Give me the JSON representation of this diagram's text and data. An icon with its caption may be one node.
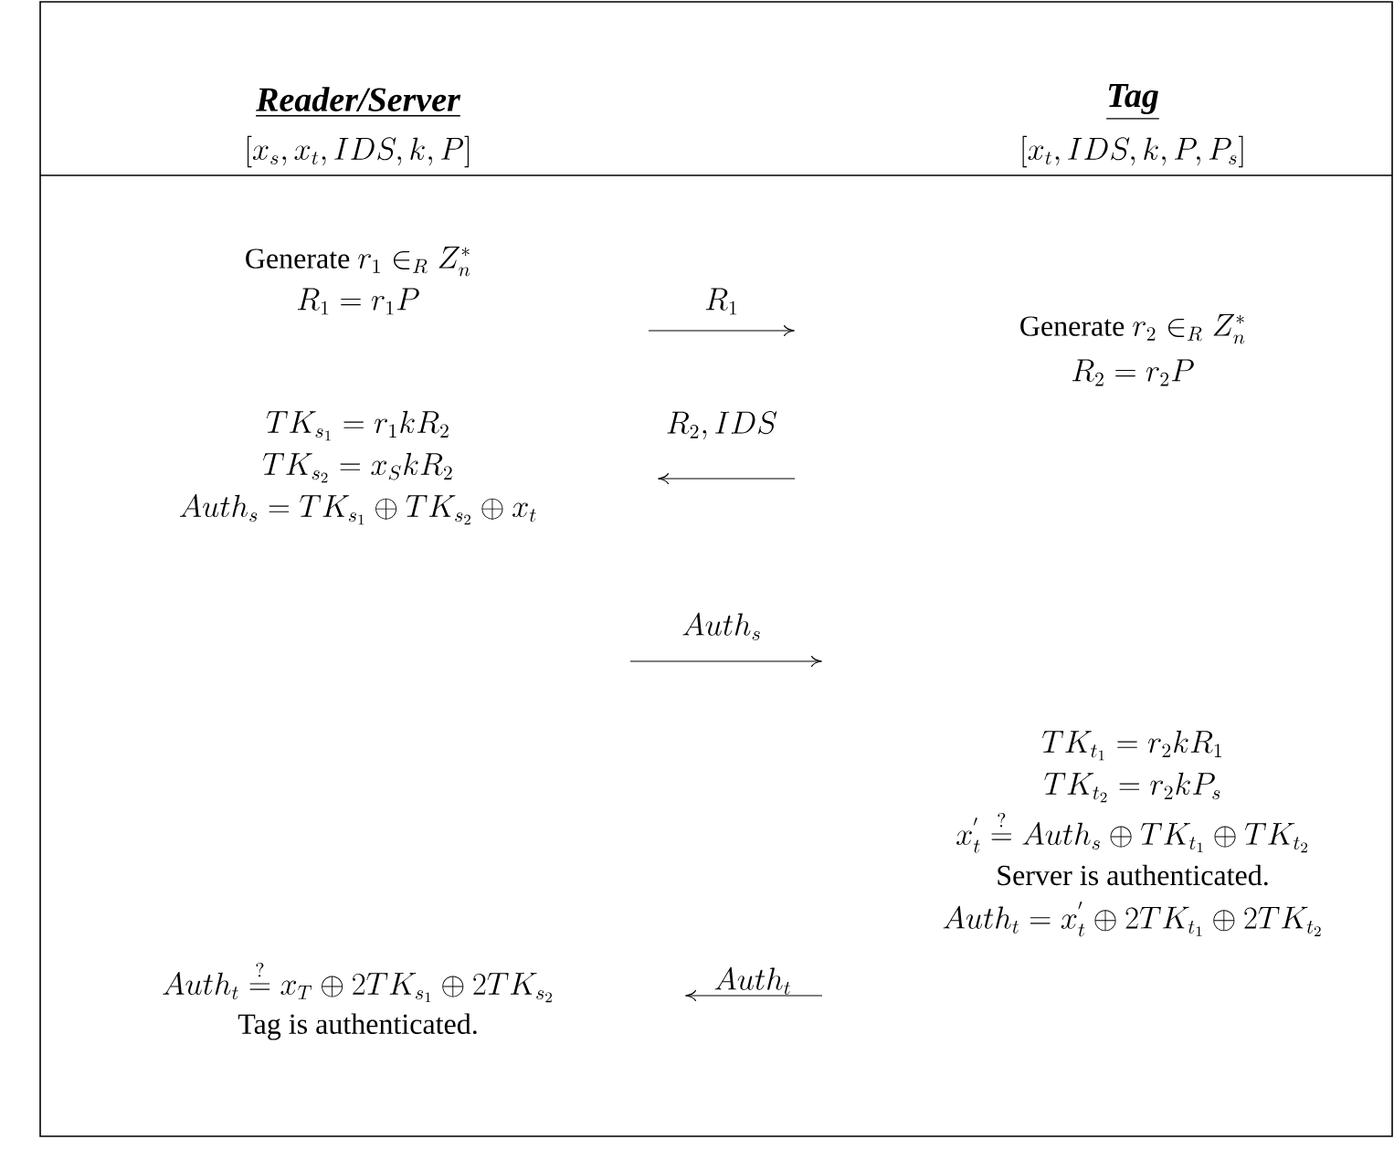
{
  "diagram": {
    "labels": [
      "Reader/Server",
      "Tag",
      "[x_s,x_t,IDS,k,P]",
      "[x_t,IDS,k,P,P_s]",
      "\\text{Generate } r_1 \\in_R Z_n^*",
      "R_1 = r_1P",
      "R_1",
      "\\text{Generate } r_2 \\in_R Z_n^*",
      "R_2 = r_2P",
      "TK_{s_1} = r_1kR_2",
      "R_2,IDS",
      "TK_{s_2} = x_SkR_2",
      "Auth_s = TK_{s_1} \\oplus TK_{s_2} \\oplus x_t",
      "Auth_s",
      "TK_{t_1} = r_2kR_1",
      "TK_{t_2} = r_2kP_s",
      "x_t^{'} \\stackrel{?}{=} Auth_s \\oplus TK_{t_1} \\oplus TK_{t_2}",
      "Server is authenticated.",
      "Auth_t = x_t^{'} \\oplus 2TK_{t_1} \\oplus 2TK_{t_2}",
      "Auth_t \\stackrel{?}{=} x_T \\oplus 2TK_{s_1} \\oplus 2TK_{s_2}",
      "Auth_t",
      "Tag is authenticated."
    ]
  }
}
